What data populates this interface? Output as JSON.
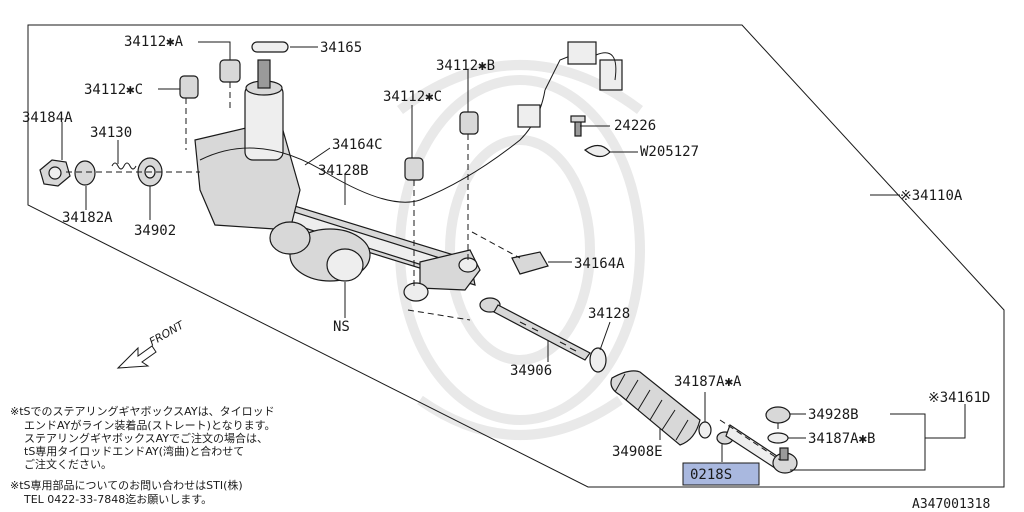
{
  "labels": {
    "p34112A": "34112✱A",
    "p34165": "34165",
    "p34112C_left": "34112✱C",
    "p34112B": "34112✱B",
    "p34112C_mid": "34112✱C",
    "p24226": "24226",
    "pW205127": "W205127",
    "p34184A": "34184A",
    "p34130": "34130",
    "p34164C": "34164C",
    "p34128B": "34128B",
    "p34110A": "※34110A",
    "p34182A": "34182A",
    "p34902": "34902",
    "p34164A": "34164A",
    "pNS": "NS",
    "p34128": "34128",
    "p34906": "34906",
    "p34187A_A": "34187A✱A",
    "p34928B": "34928B",
    "p34161D": "※34161D",
    "p34187A_B": "34187A✱B",
    "p34908E": "34908E",
    "p0218S": "0218S"
  },
  "front_label": "FRONT",
  "notes": {
    "line1": "※tSでのステアリングギヤボックスAYは、タイロッド",
    "line2": "エンドAYがライン装着品(ストレート)となります。",
    "line3": "ステアリングギヤボックスAYでご注文の場合は、",
    "line4": "tS専用タイロッドエンドAY(湾曲)と合わせて",
    "line5": "ご注文ください。",
    "line6": "※tS専用部品についてのお問い合わせはSTI(株)",
    "line7": "TEL 0422-33-7848迄お願いします。"
  },
  "reference_code": "A347001318",
  "colors": {
    "highlight": "#a9b8df",
    "ink": "#1a1a1a"
  }
}
